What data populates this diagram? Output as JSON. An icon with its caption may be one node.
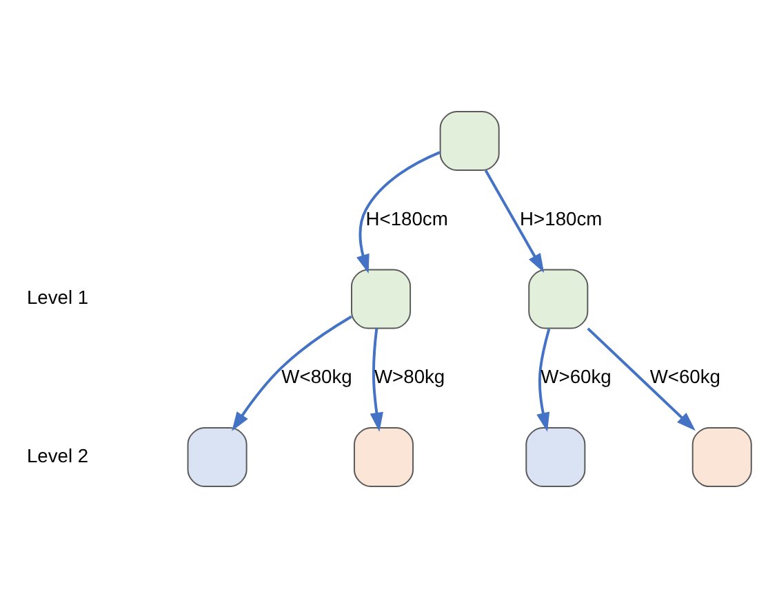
{
  "diagram": {
    "nodes": [
      {
        "text": [],
        "shape": "box"
      },
      {
        "text": [],
        "shape": "box"
      },
      {
        "text": [],
        "shape": "box"
      },
      {
        "text": [],
        "shape": "box"
      },
      {
        "text": [],
        "shape": "box"
      },
      {
        "text": [],
        "shape": "box"
      },
      {
        "text": [],
        "shape": "box"
      }
    ],
    "edges": [
      {
        "from": 0,
        "to": 1,
        "arrow": "to",
        "label": "H<180cm"
      },
      {
        "from": 0,
        "to": 2,
        "arrow": "to",
        "label": "H>180cm"
      },
      {
        "from": 1,
        "to": 3,
        "arrow": "to",
        "label": "W<80kg"
      },
      {
        "from": 1,
        "to": 4,
        "arrow": "to",
        "label": "W>80kg"
      },
      {
        "from": 2,
        "to": 5,
        "arrow": "to",
        "label": "W>60kg"
      },
      {
        "from": 2,
        "to": 6,
        "arrow": "to",
        "label": "W<60kg"
      }
    ],
    "labels": [
      "Level 1",
      "Level 2"
    ]
  }
}
